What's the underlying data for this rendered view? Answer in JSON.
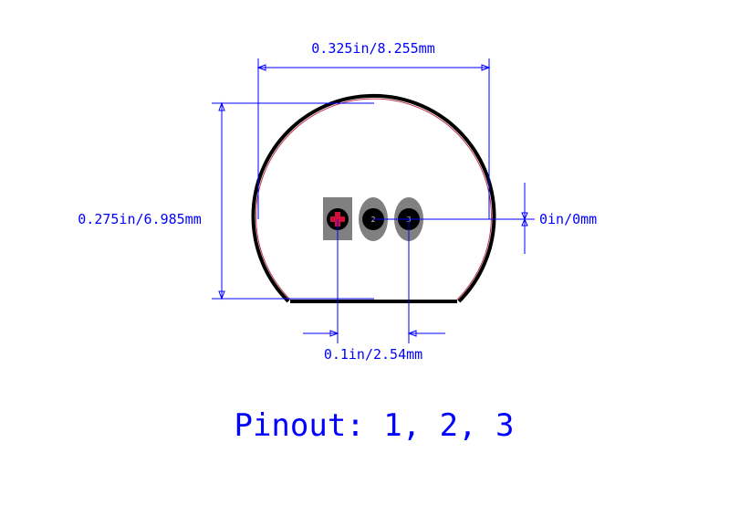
{
  "dimensions": {
    "width_label": "0.325in/8.255mm",
    "height_label": "0.275in/6.985mm",
    "offset_label": "0in/0mm",
    "pitch_label": "0.1in/2.54mm"
  },
  "pads": [
    {
      "label": "",
      "shape": "square",
      "marker": "plus"
    },
    {
      "label": "2",
      "shape": "oval"
    },
    {
      "label": "3",
      "shape": "oval"
    }
  ],
  "pinout": "Pinout: 1, 2, 3",
  "colors": {
    "dimension": "#0000ff",
    "outline": "#000000",
    "courtyard": "#c0304a",
    "pad": "#808080",
    "drill": "#000000",
    "pin1_marker": "#d0103a"
  }
}
